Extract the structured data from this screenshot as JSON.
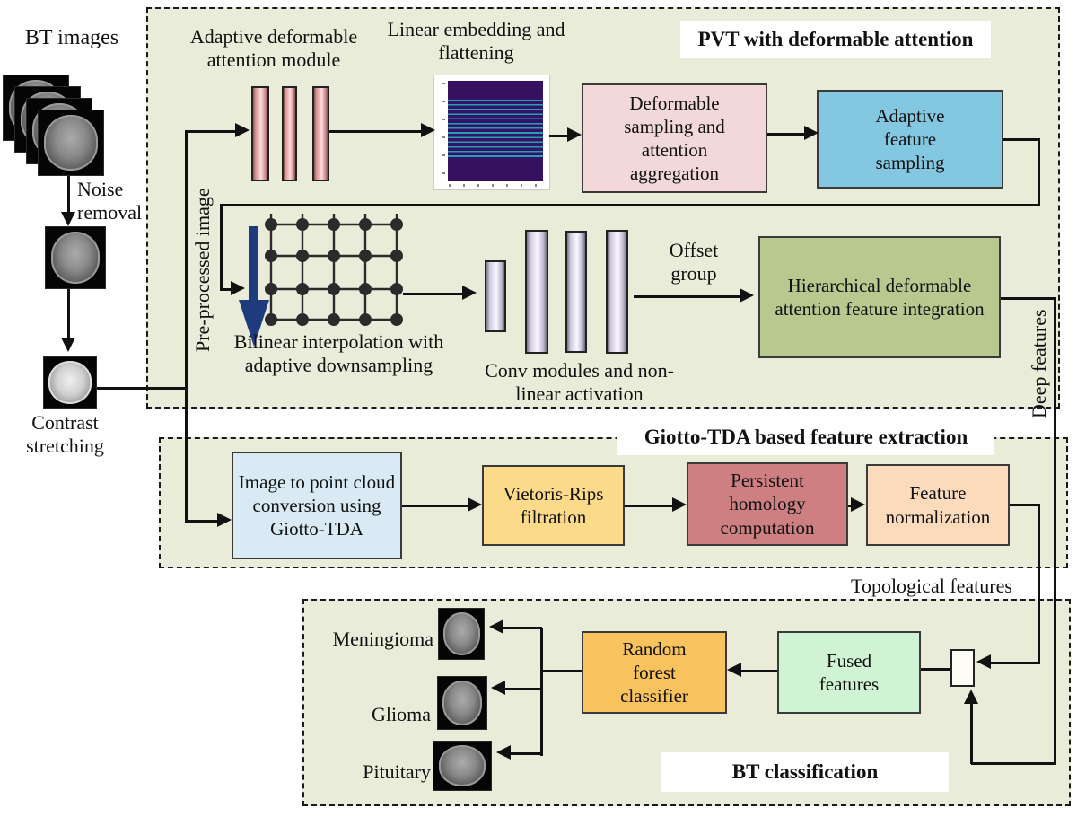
{
  "preprocess": {
    "bt_images": "BT images",
    "noise_removal": "Noise removal",
    "contrast_stretching": "Contrast stretching",
    "preprocessed_image": "Pre-processed image"
  },
  "pvt": {
    "title": "PVT with deformable attention",
    "adaptive_module": "Adaptive deformable attention module",
    "linear_embedding": "Linear embedding and flattening",
    "deformable_sampling": "Deformable sampling and attention aggregation",
    "adaptive_feature": "Adaptive feature sampling",
    "bilinear": "Bilinear interpolation with adaptive downsampling",
    "conv": "Conv modules and non-linear activation",
    "offset": "Offset group",
    "hierarchical": "Hierarchical deformable attention feature integration",
    "deep_features": "Deep features"
  },
  "tda": {
    "title": "Giotto-TDA based feature extraction",
    "point_cloud": "Image to point cloud conversion using Giotto-TDA",
    "vietoris": "Vietoris-Rips filtration",
    "homology": "Persistent homology computation",
    "normalization": "Feature normalization",
    "topological": "Topological features"
  },
  "classification": {
    "title": "BT classification",
    "fused": "Fused features",
    "random_forest": "Random forest classifier",
    "classes": [
      "Meningioma",
      "Glioma",
      "Pituitary"
    ]
  },
  "colors": {
    "panelbg": "#e9ecd8",
    "pink": "#f3d8da",
    "blue": "#84c7e0",
    "green": "#b7c98f",
    "lightblue": "#d9eaf4",
    "yellow": "#fbdb8a",
    "rose": "#cd7f82",
    "peach": "#fcdabc",
    "orange": "#f8c25c",
    "mint": "#cff3d3",
    "navy": "#1d3b7d",
    "heatpurple": "#37115f",
    "heatteal": "#27a0ae"
  }
}
